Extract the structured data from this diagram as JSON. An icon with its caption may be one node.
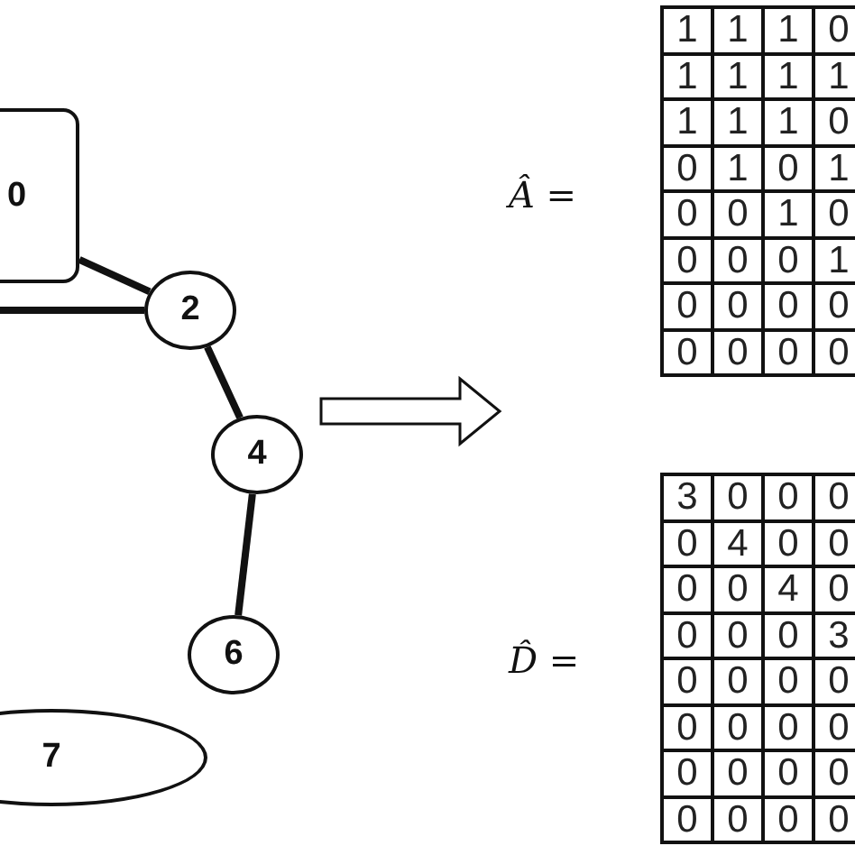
{
  "diagram": {
    "nodes": [
      {
        "text": [
          "0"
        ]
      },
      {
        "text": [
          "2"
        ]
      },
      {
        "text": [
          "4"
        ]
      },
      {
        "text": [
          "6"
        ]
      },
      {
        "text": [
          "7"
        ]
      }
    ],
    "edges": [
      {
        "from": 0,
        "to": 1,
        "arrow": "none"
      },
      {
        "from": null,
        "to": 1,
        "arrow": "none"
      },
      {
        "from": 1,
        "to": 2,
        "arrow": "none"
      },
      {
        "from": 2,
        "to": 3,
        "arrow": "none"
      }
    ],
    "labels": [
      "Â =",
      "1",
      "1",
      "1",
      "0",
      "1",
      "1",
      "1",
      "1",
      "1",
      "1",
      "1",
      "0",
      "0",
      "1",
      "0",
      "1",
      "0",
      "0",
      "1",
      "0",
      "0",
      "0",
      "0",
      "1",
      "0",
      "0",
      "0",
      "0",
      "0",
      "0",
      "0",
      "0",
      "D̂ =",
      "3",
      "0",
      "0",
      "0",
      "0",
      "4",
      "0",
      "0",
      "0",
      "0",
      "4",
      "0",
      "0",
      "0",
      "0",
      "3",
      "0",
      "0",
      "0",
      "0",
      "0",
      "0",
      "0",
      "0",
      "0",
      "0",
      "0",
      "0",
      "0",
      "0",
      "0",
      "0"
    ]
  }
}
